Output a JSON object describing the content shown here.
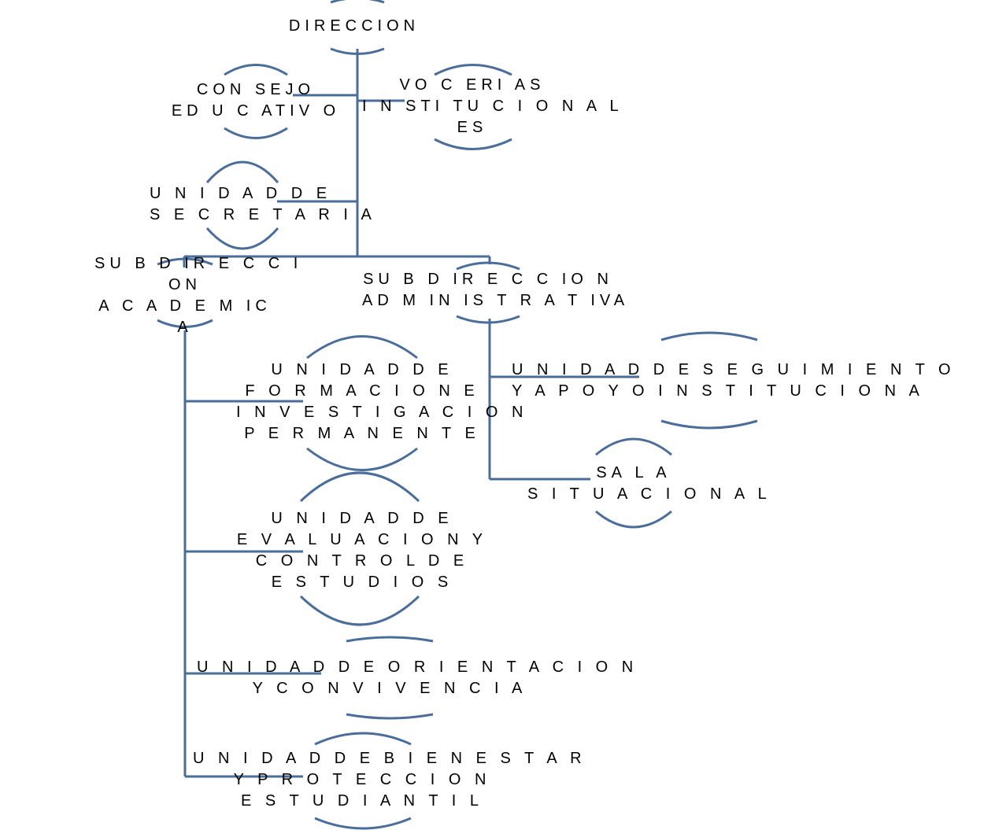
{
  "colors": {
    "line": "#4a6d99",
    "text": "#000000",
    "background": "#ffffff"
  },
  "nodes": {
    "direccion": {
      "lines": [
        "DIRECCION"
      ]
    },
    "consejo_educativo": {
      "lines": [
        "CON SEJO",
        "ED U C ATIV O"
      ]
    },
    "vocerias_institucionales": {
      "lines": [
        "VO C ERI AS",
        "I N STI TU C I O N A L",
        "ES"
      ]
    },
    "unidad_secretaria": {
      "lines": [
        "U N I D A D  D E",
        "S E C R E T A R I A"
      ]
    },
    "subdireccion_academica": {
      "lines": [
        "SU B D IR E C C I",
        "ON",
        "A C A D E M  IC",
        "A"
      ]
    },
    "subdireccion_administrativa": {
      "lines": [
        "SU B D IR E C C IO N",
        "AD M  IN IS T R A T IVA"
      ]
    },
    "unidad_formacion": {
      "lines": [
        "U N I D A D  D E",
        "F O R M  A C I O N  E",
        "I N V E S T I G A C I O N",
        "P E R M  A N E N T E"
      ]
    },
    "unidad_evaluacion": {
      "lines": [
        "U N I D A D  D E",
        "E V A L U A C I O N  Y",
        "C O N T R O L  D E",
        "E S T U D I O S"
      ]
    },
    "unidad_orientacion": {
      "lines": [
        "U N I D A D  D E  O R I E N T A C I O N",
        "Y  C O N V I V E N C I A"
      ]
    },
    "unidad_bienestar": {
      "lines": [
        "U N I D A D  D E  B I E N E S T A R",
        "Y  P R O T E C C I O N",
        "E S T U D I A N T I L"
      ]
    },
    "unidad_seguimiento": {
      "lines": [
        "U N I D A D  D E  S E G U I M  I E N T O",
        "Y  A P O Y O  I N S T I T U C I O N A"
      ]
    },
    "sala_situacional": {
      "lines": [
        "SA L A",
        "S I T U A C I O N A L"
      ]
    }
  }
}
